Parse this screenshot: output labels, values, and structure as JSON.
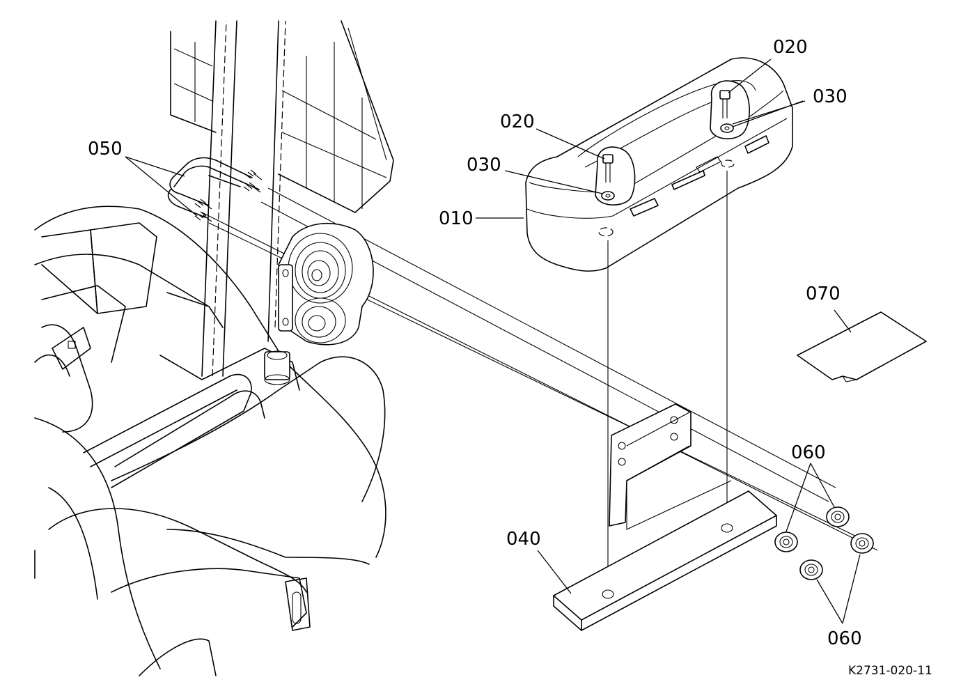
{
  "diagram": {
    "reference_code": "K2731-020-11",
    "part_labels": [
      {
        "id": "010",
        "text": "010"
      },
      {
        "id": "020a",
        "text": "020"
      },
      {
        "id": "020b",
        "text": "020"
      },
      {
        "id": "030a",
        "text": "030"
      },
      {
        "id": "030b",
        "text": "030"
      },
      {
        "id": "040",
        "text": "040"
      },
      {
        "id": "050",
        "text": "050"
      },
      {
        "id": "060a",
        "text": "060"
      },
      {
        "id": "060b",
        "text": "060"
      },
      {
        "id": "070",
        "text": "070"
      }
    ]
  }
}
